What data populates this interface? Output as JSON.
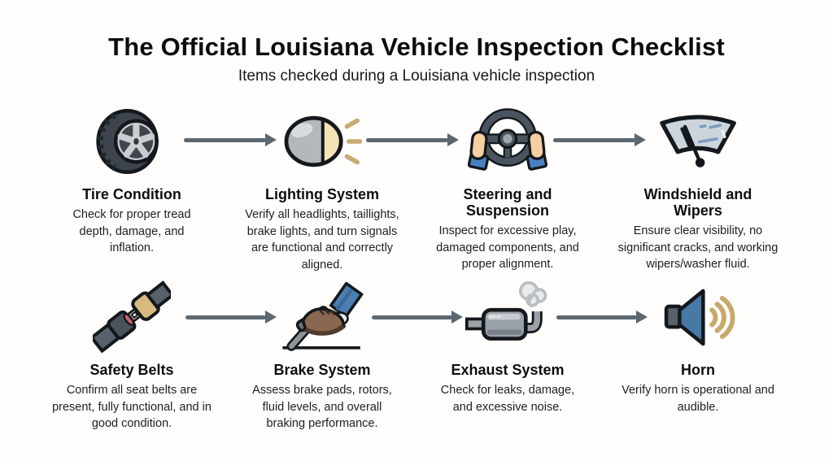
{
  "header": {
    "title": "The Official Louisiana Vehicle Inspection Checklist",
    "subtitle": "Items checked during a Louisiana vehicle inspection"
  },
  "colors": {
    "arrow": "#5c6770",
    "title_text": "#0c0c0c",
    "body_text": "#1e1e1e",
    "accent_blue": "#4a7fb5",
    "accent_tan": "#c9aa72",
    "accent_red": "#d5636b",
    "icon_gray": "#9aa1a8"
  },
  "items": [
    {
      "title": "Tire Condition",
      "description": "Check for proper tread depth, damage, and inflation.",
      "icon": "tire-icon"
    },
    {
      "title": "Lighting System",
      "description": "Verify all headlights, taillights, brake lights, and turn signals are functional and correctly aligned.",
      "icon": "headlight-icon"
    },
    {
      "title": "Steering and Suspension",
      "description": "Inspect for excessive play, damaged components, and proper alignment.",
      "icon": "steering-wheel-icon"
    },
    {
      "title": "Windshield and Wipers",
      "description": "Ensure clear visibility, no significant cracks, and working wipers/washer fluid.",
      "icon": "windshield-wiper-icon"
    },
    {
      "title": "Safety Belts",
      "description": "Confirm all seat belts are present, fully functional, and in good condition.",
      "icon": "seat-belt-icon"
    },
    {
      "title": "Brake System",
      "description": "Assess brake pads, rotors, fluid levels, and overall braking performance.",
      "icon": "brake-pedal-icon"
    },
    {
      "title": "Exhaust System",
      "description": "Check for leaks, damage, and excessive noise.",
      "icon": "exhaust-muffler-icon"
    },
    {
      "title": "Horn",
      "description": "Verify horn is operational and audible.",
      "icon": "horn-speaker-icon"
    }
  ]
}
